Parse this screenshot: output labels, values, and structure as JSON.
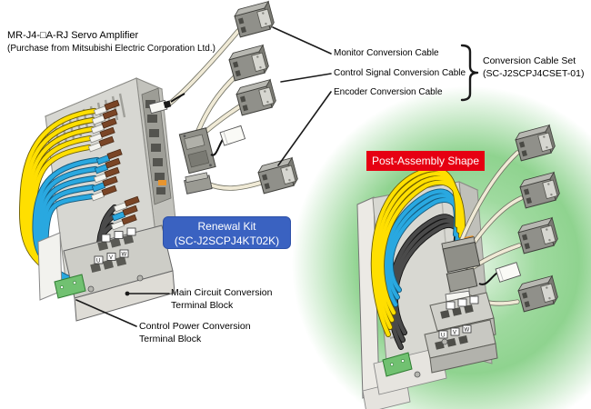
{
  "header": {
    "title_line1": "MR-J4-□A-RJ Servo Amplifier",
    "title_line2": "(Purchase from Mitsubishi Electric Corporation Ltd.)"
  },
  "labels": {
    "monitor": "Monitor Conversion Cable",
    "control_signal": "Control Signal Conversion Cable",
    "encoder": "Encoder Conversion Cable"
  },
  "cable_set": {
    "line1": "Conversion Cable Set",
    "line2": "(SC-J2SCPJ4CSET-01)"
  },
  "renewal_kit": {
    "line1": "Renewal Kit",
    "line2": "(SC-J2SCPJ4KT02K)"
  },
  "post_assembly": {
    "label": "Post-Assembly Shape"
  },
  "terminal_block_labels": {
    "main_line1": "Main Circuit Conversion",
    "main_line2": "Terminal Block",
    "power_line1": "Control Power Conversion",
    "power_line2": "Terminal Block"
  },
  "diagram": {
    "terminal_chip_labels": [
      "U",
      "V",
      "W"
    ]
  },
  "colors": {
    "renewal_kit_bg": "#3a62c1",
    "post_assembly_bg": "#e60012",
    "cable_yellow": "#ffdf00",
    "cable_blue": "#29a8e0",
    "cable_black": "#3a3a3a",
    "cable_cream": "#f0ead6",
    "green_glow": "#8fd38f",
    "pcb_green": "#71c171"
  }
}
